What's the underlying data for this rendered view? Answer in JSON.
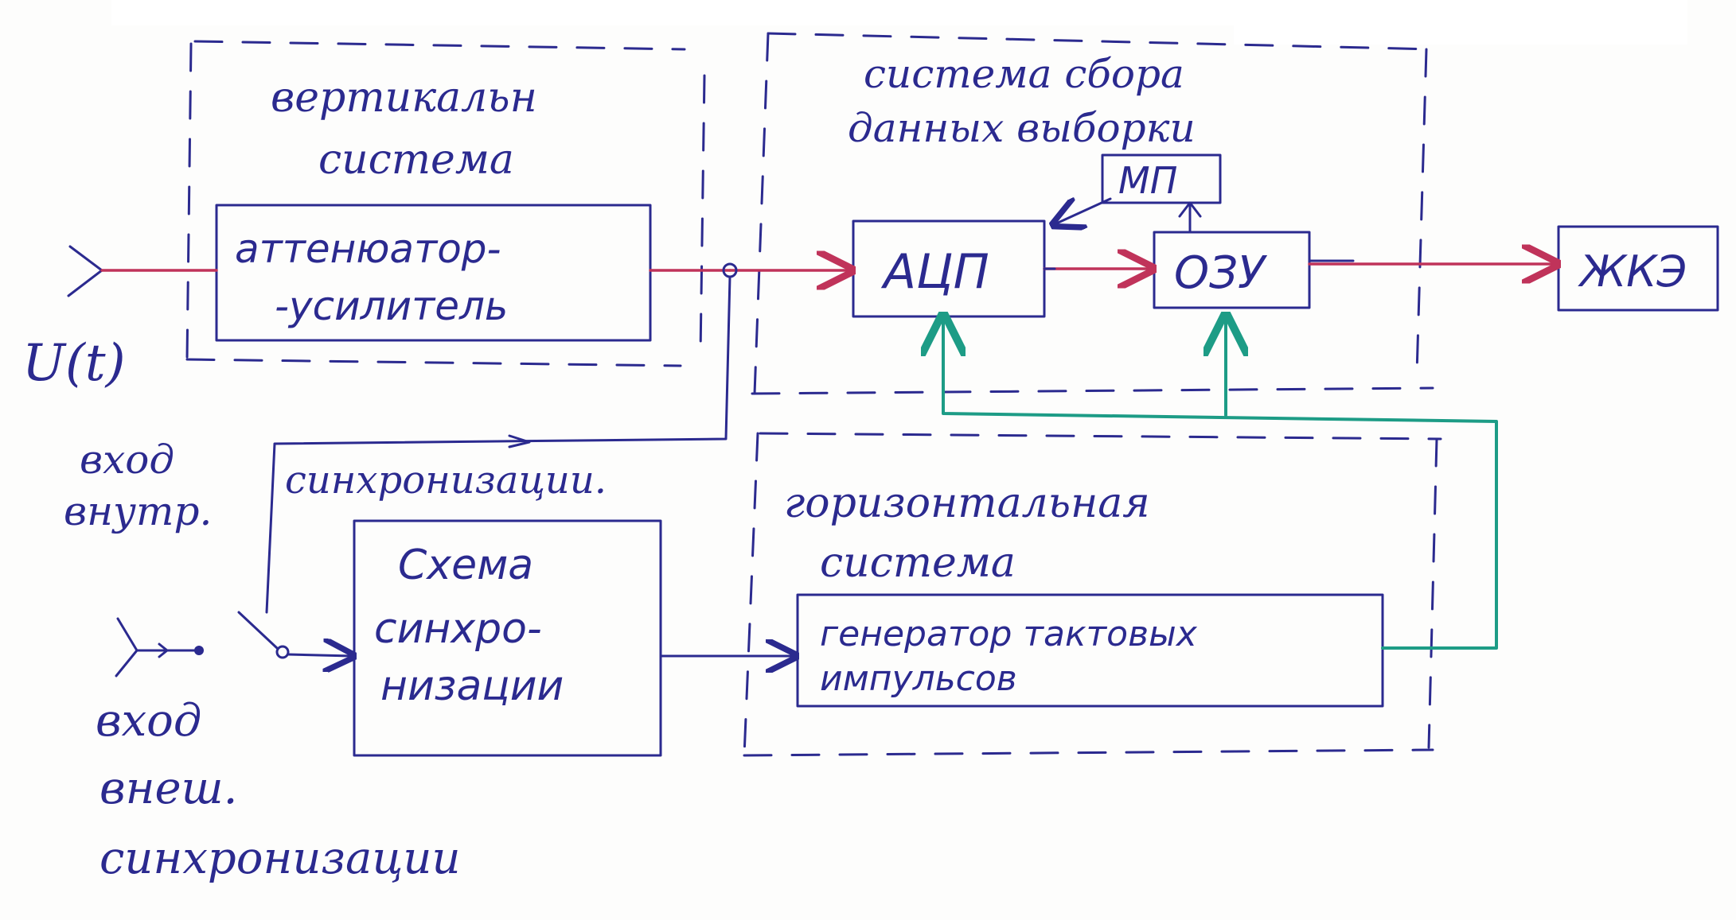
{
  "groups": {
    "vertical_system": [
      "вертикальн",
      "система"
    ],
    "acquisition_system": [
      "система сбора",
      "данных выборки"
    ],
    "horizontal_system": [
      "горизонтальная",
      "система"
    ]
  },
  "blocks": {
    "attenuator": [
      "аттенюатор-",
      "-усилитель"
    ],
    "adc": "АЦП",
    "ram": "ОЗУ",
    "mp": "МП",
    "lcd": "ЖКЭ",
    "sync_scheme": [
      "Схема",
      "синхро-",
      "низации"
    ],
    "clock_generator": [
      "генератор тактовых",
      "импульсов"
    ]
  },
  "labels": {
    "input_signal": "U(t)",
    "internal_input": [
      "вход",
      "внутр."
    ],
    "sync_line": "синхронизации.",
    "external_input": [
      "вход",
      "внеш.",
      "синхронизации"
    ]
  },
  "colors": {
    "ink": "#2b2a8f",
    "signal": "#c0335a",
    "clock": "#1d9c86"
  }
}
